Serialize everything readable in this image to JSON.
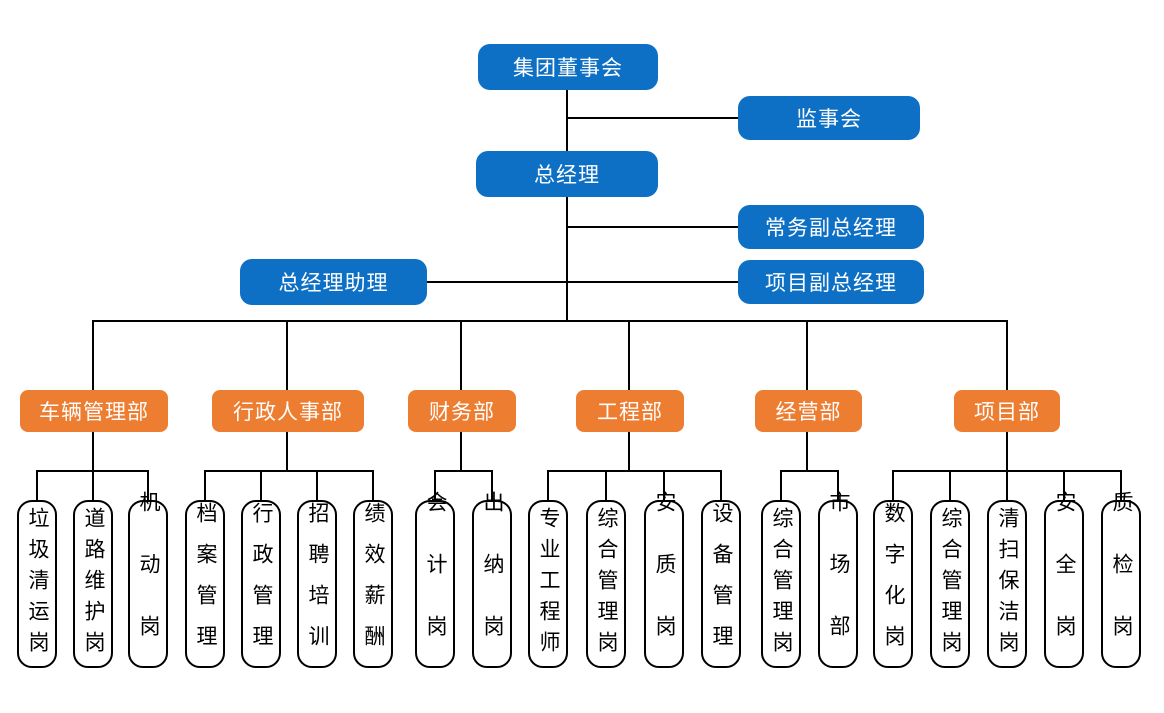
{
  "org_chart": {
    "executive": {
      "board": "集团董事会",
      "supervisory_board": "监事会",
      "general_manager": "总经理",
      "executive_deputy_gm": "常务副总经理",
      "gm_assistant": "总经理助理",
      "project_deputy_gm": "项目副总经理"
    },
    "departments": [
      {
        "label": "车辆管理部",
        "positions": [
          "垃圾清运岗",
          "道路维护岗",
          "机动岗"
        ]
      },
      {
        "label": "行政人事部",
        "positions": [
          "档案管理",
          "行政管理",
          "招聘培训",
          "绩效薪酬"
        ]
      },
      {
        "label": "财务部",
        "positions": [
          "会计岗",
          "出纳岗"
        ]
      },
      {
        "label": "工程部",
        "positions": [
          "专业工程师",
          "综合管理岗",
          "安质岗",
          "设备管理"
        ]
      },
      {
        "label": "经营部",
        "positions": [
          "综合管理岗",
          "市场部"
        ]
      },
      {
        "label": "项目部",
        "positions": [
          "数字化岗",
          "综合管理岗",
          "清扫保洁岗",
          "安全岗",
          "质检岗"
        ]
      }
    ],
    "colors": {
      "executive_box": "#0d70c5",
      "department_box": "#ed7d31",
      "position_box_border": "#000000",
      "connector": "#000000",
      "background": "#ffffff"
    }
  }
}
